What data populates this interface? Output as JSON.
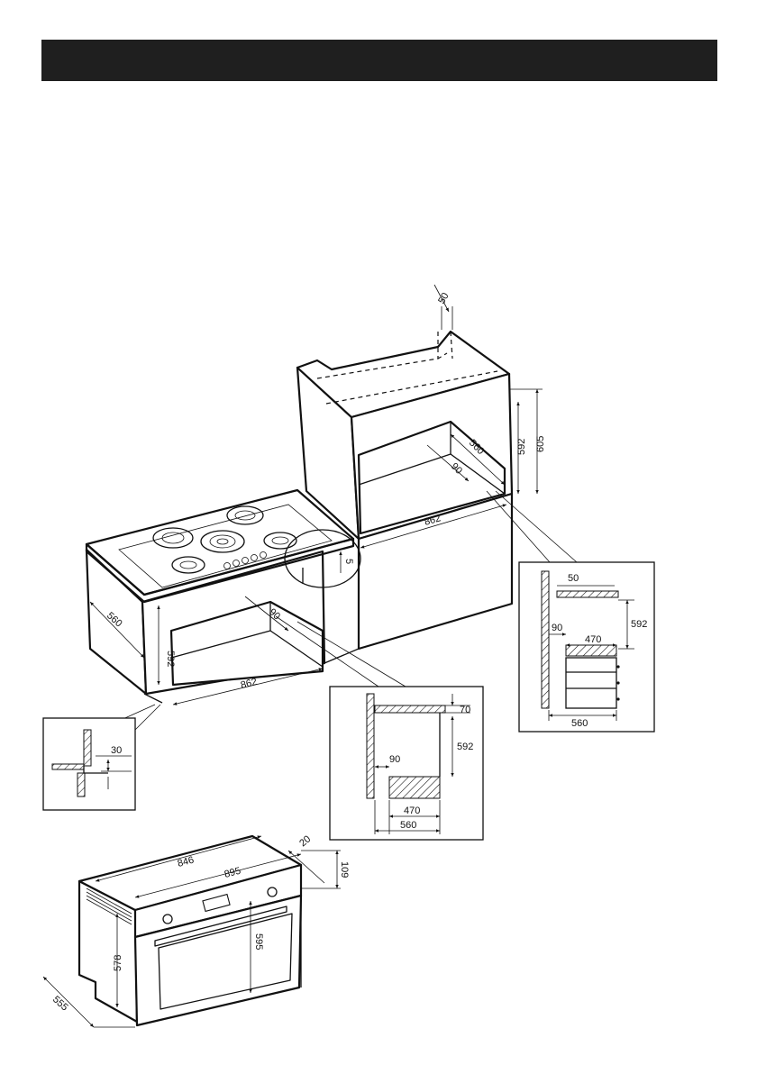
{
  "header": {
    "bar_color": "#1f1f1f"
  },
  "dimensions": {
    "tall_cabinet": {
      "top_gap": "50",
      "niche_height": "592",
      "total_height": "605",
      "depth": "560",
      "back_gap": "90",
      "width": "862"
    },
    "base_cabinet": {
      "depth": "560",
      "height": "592",
      "back_gap": "90",
      "width": "862",
      "offset": "5"
    },
    "detail_plinth": {
      "gap": "30"
    },
    "detail_base": {
      "top_gap": "70",
      "height": "592",
      "back_gap": "90",
      "inner_depth": "470",
      "depth": "560"
    },
    "detail_tall": {
      "top_gap": "50",
      "back_gap": "90",
      "height": "592",
      "inner_depth": "470",
      "depth": "560"
    },
    "oven": {
      "front_width": "846",
      "overall_width": "895",
      "door_offset": "20",
      "panel_height": "109",
      "front_height": "595",
      "body_height": "578",
      "depth": "555"
    }
  }
}
